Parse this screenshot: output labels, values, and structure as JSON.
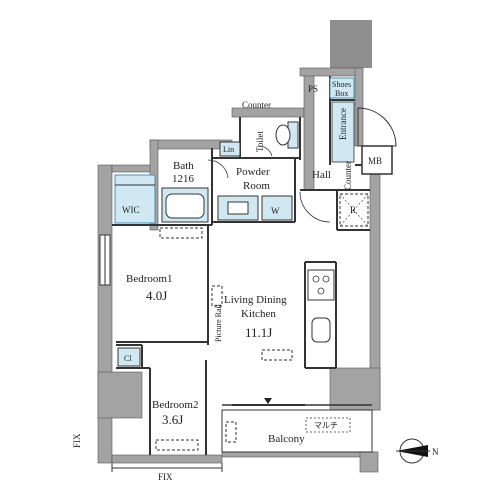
{
  "colors": {
    "wall": "#9a9a9a",
    "wall_dark": "#7a7a7a",
    "line": "#333333",
    "fixture_fill": "#cfe8f2",
    "fixture_stroke": "#4a8fb0",
    "background": "#ffffff"
  },
  "rooms": {
    "bedroom1": {
      "name": "Bedroom1",
      "area": "4.0J"
    },
    "bedroom2": {
      "name": "Bedroom2",
      "area": "3.6J"
    },
    "ldk": {
      "line1": "Living Dining",
      "line2": "Kitchen",
      "area": "11.1J"
    },
    "bath": {
      "name": "Bath",
      "size": "1216"
    },
    "powder": {
      "line1": "Powder",
      "line2": "Room"
    },
    "toilet": "Toilet",
    "hall": "Hall",
    "entrance": "Entrance",
    "balcony": "Balcony",
    "wic": "WIC"
  },
  "labels": {
    "counter_top": "Counter",
    "counter_hall": "Counter",
    "ps": "PS",
    "shoes_box_1": "Shoes",
    "shoes_box_2": "Box",
    "mb": "MB",
    "lin": "Lin",
    "w": "W",
    "r": "R",
    "cl": "Cl",
    "picture_rail": "Picture Rail",
    "fix_left": "FIX",
    "fix_bottom": "FIX",
    "aircon_unit": "マルチ"
  },
  "compass": {
    "north": "N"
  }
}
